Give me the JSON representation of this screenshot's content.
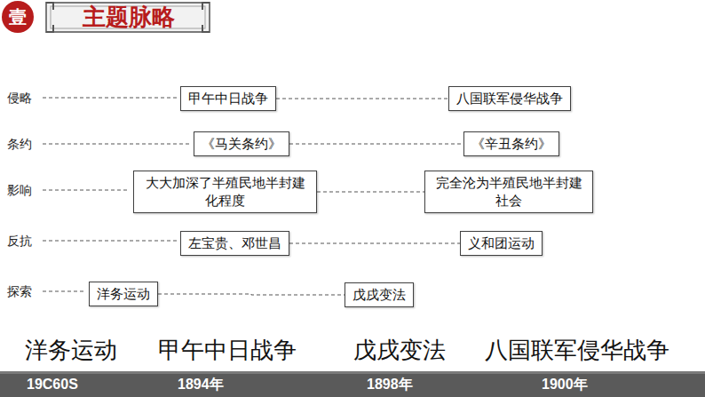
{
  "diagram": {
    "title": "主题脉略",
    "nodes": [
      {
        "text": [
          "壹"
        ]
      },
      {
        "text": [
          "甲午中日战争"
        ]
      },
      {
        "text": [
          "八国联军侵华战争"
        ]
      },
      {
        "text": [
          "《马关条约》"
        ]
      },
      {
        "text": [
          "《辛丑条约》"
        ]
      },
      {
        "text": [
          "大大加深了半殖民地半封建化程度"
        ]
      },
      {
        "text": [
          "完全沦为半殖民地半封建社会"
        ]
      },
      {
        "text": [
          "左宝贵、邓世昌"
        ]
      },
      {
        "text": [
          "义和团运动"
        ]
      },
      {
        "text": [
          "洋务运动"
        ]
      },
      {
        "text": [
          "戊戌变法"
        ]
      }
    ],
    "edges": [
      {
        "from": 1,
        "to": 2,
        "arrow": "none"
      },
      {
        "from": 3,
        "to": 4,
        "arrow": "none"
      },
      {
        "from": 5,
        "to": 6,
        "arrow": "none"
      },
      {
        "from": 7,
        "to": 8,
        "arrow": "none"
      },
      {
        "from": 9,
        "to": 10,
        "arrow": "none"
      }
    ],
    "labels": [
      "侵略",
      "条约",
      "影响",
      "反抗",
      "探索",
      "洋务运动",
      "甲午中日战争",
      "戊戌变法",
      "八国联军侵华战争",
      "19C60S",
      "1894年",
      "1898年",
      "1900年"
    ]
  }
}
